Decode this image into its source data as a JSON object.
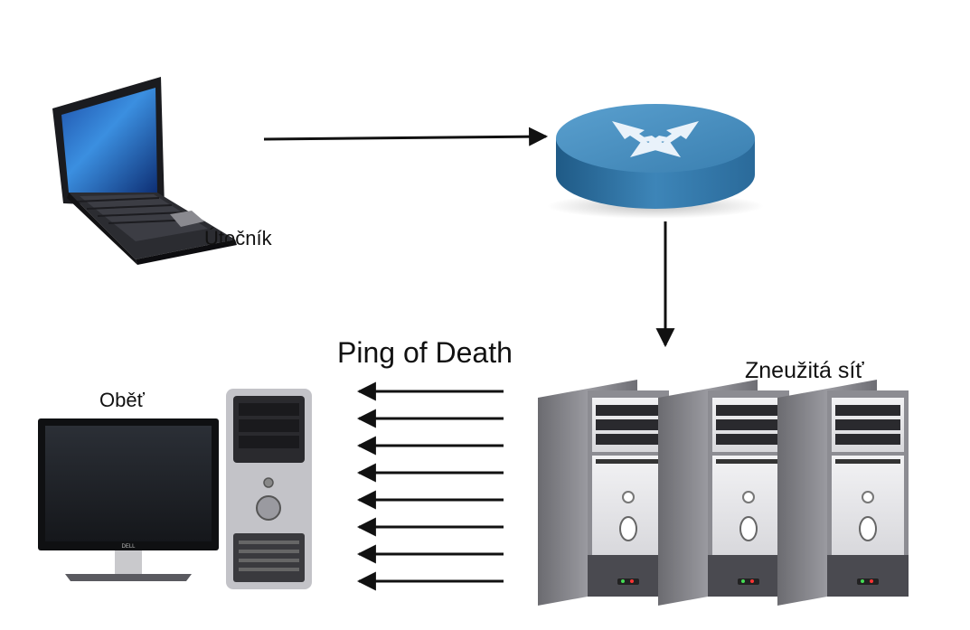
{
  "labels": {
    "attacker": "Útočník",
    "victim": "Oběť",
    "network": "Zneužitá síť",
    "attack": "Ping of Death"
  },
  "icons": [
    "laptop-icon",
    "router-icon",
    "monitor-icon",
    "tower-pc-icon",
    "server-icon"
  ],
  "monitor_brand": "DELL",
  "colors": {
    "arrow": "#111111",
    "router_top": "#4a8fc0",
    "router_side": "#2e6e9e",
    "screen": "#2f7fd3",
    "case": "#7a7a80"
  }
}
